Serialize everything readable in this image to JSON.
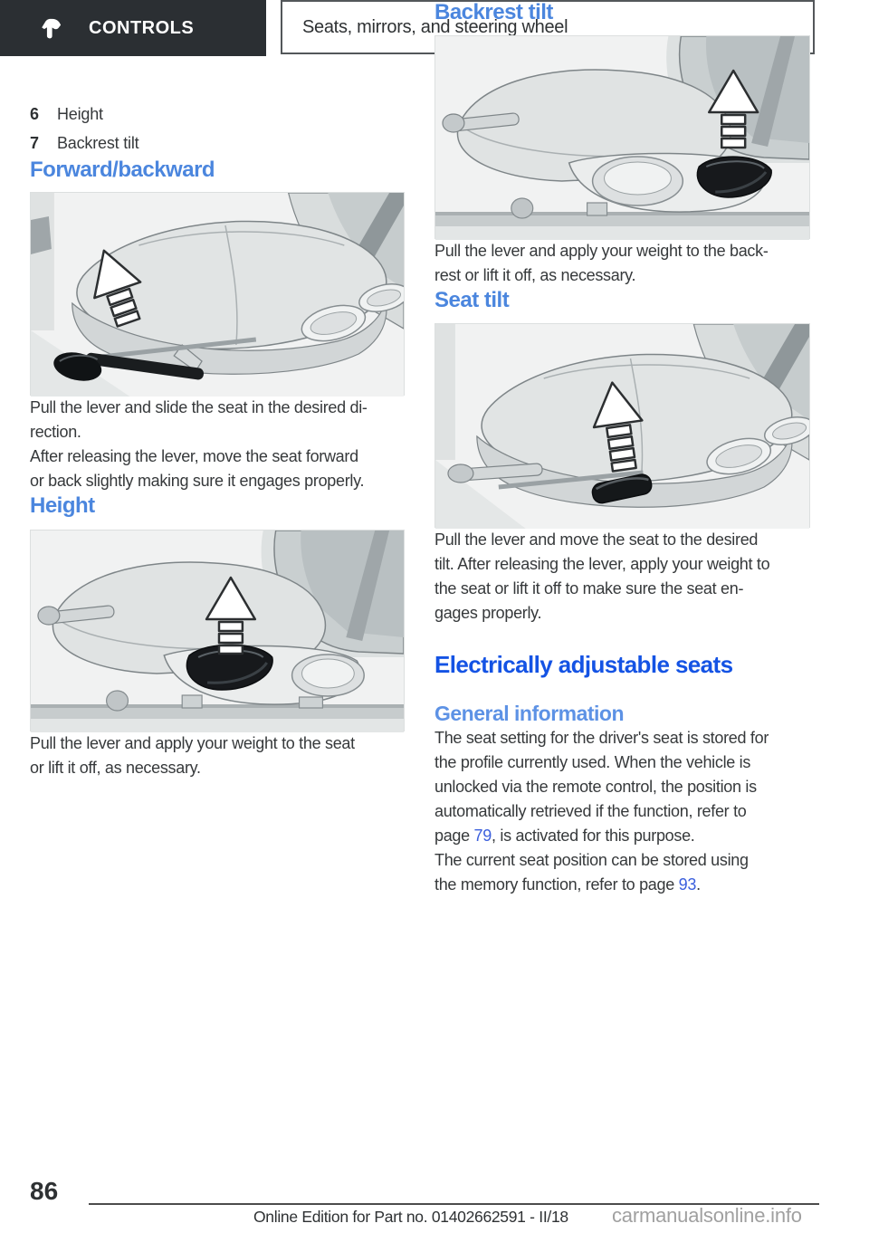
{
  "header": {
    "chapter": "CONTROLS",
    "section": "Seats, mirrors, and steering wheel",
    "hand_icon": "hand-pointing-icon"
  },
  "legend": {
    "items": [
      {
        "num": "6",
        "label": "Height"
      },
      {
        "num": "7",
        "label": "Backrest tilt"
      }
    ]
  },
  "left": {
    "forward_backward": {
      "title": "Forward/backward",
      "illustration": "seat-forward-backward-illustration",
      "para1": "Pull the lever and slide the seat in the desired di-\nrection.",
      "para2": "After releasing the lever, move the seat forward\nor back slightly making sure it engages properly."
    },
    "height": {
      "title": "Height",
      "illustration": "seat-height-illustration",
      "para": "Pull the lever and apply your weight to the seat\nor lift it off, as necessary."
    }
  },
  "right": {
    "backrest_tilt": {
      "title": "Backrest tilt",
      "illustration": "backrest-tilt-illustration",
      "para": "Pull the lever and apply your weight to the back-\nrest or lift it off, as necessary."
    },
    "seat_tilt": {
      "title": "Seat tilt",
      "illustration": "seat-tilt-illustration",
      "para": "Pull the lever and move the seat to the desired\ntilt. After releasing the lever, apply your weight to\nthe seat or lift it off to make sure the seat en-\ngages properly."
    },
    "electric": {
      "title": "Electrically adjustable seats",
      "general_title": "General information",
      "para1_before": "The seat setting for the driver's seat is stored for\nthe profile currently used. When the vehicle is\nunlocked via the remote control, the position is\nautomatically retrieved if the function, refer to\npage ",
      "para1_link": "79",
      "para1_after": ", is activated for this purpose.",
      "para2_before": "The current seat position can be stored using\nthe memory function, refer to page ",
      "para2_link": "93",
      "para2_after": "."
    }
  },
  "footer": {
    "page_number": "86",
    "edition": "Online Edition for Part no. 01402662591 - II/18",
    "watermark": "carmanualsonline.info"
  },
  "colors": {
    "header_bg": "#2b2f33",
    "subhead_blue": "#4b86de",
    "strong_blue": "#1453e4",
    "link_blue": "#3b5fdd"
  }
}
